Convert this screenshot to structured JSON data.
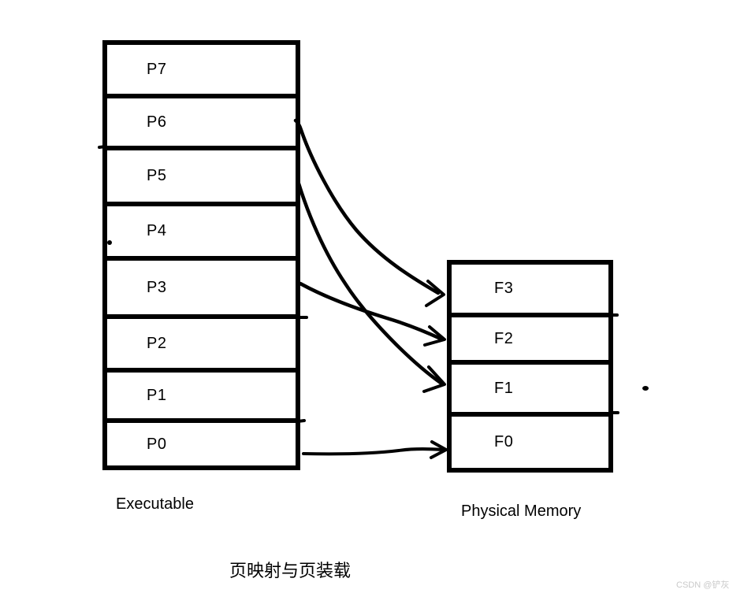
{
  "diagram": {
    "caption": "页映射与页装载",
    "watermark": "CSDN @铲灰",
    "executable": {
      "label": "Executable",
      "pages": [
        "P7",
        "P6",
        "P5",
        "P4",
        "P3",
        "P2",
        "P1",
        "P0"
      ]
    },
    "physical_memory": {
      "label": "Physical Memory",
      "frames": [
        "F3",
        "F2",
        "F1",
        "F0"
      ]
    },
    "mappings": [
      {
        "from": "P6",
        "to": "F3"
      },
      {
        "from": "P5",
        "to": "F1"
      },
      {
        "from": "P3",
        "to": "F2"
      },
      {
        "from": "P0",
        "to": "F0"
      }
    ],
    "colors": {
      "stroke": "#000000",
      "background": "#ffffff",
      "watermark_text": "#c9c9c9"
    }
  }
}
